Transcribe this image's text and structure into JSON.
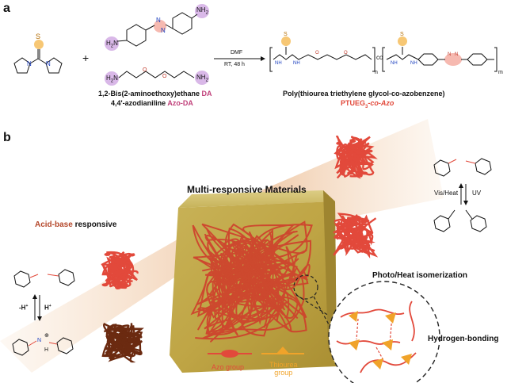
{
  "panel_a": {
    "label": "a",
    "reagent_top_text": "DMF",
    "reagent_bottom_text": "RT, 48 h",
    "monomer_names": [
      "1,2-Bis(2-aminoethoxy)ethane",
      "4,4'-azodianiline"
    ],
    "monomer_abbr": [
      "DA",
      "Azo-DA"
    ],
    "polymer_name": "Poly(thiourea triethylene glycol-co-azobenzene)",
    "polymer_abbr_prefix": "PTUEG",
    "polymer_abbr_sub": "3",
    "polymer_abbr_suffix": "-co-Azo",
    "plus_sign": "+",
    "copolymer_link": "co",
    "subscript_n": "n",
    "subscript_m": "m",
    "atoms": {
      "S": "S",
      "N": "N",
      "H": "H",
      "NH2": "NH",
      "H2N": "H",
      "two": "2",
      "O": "O"
    }
  },
  "panel_b": {
    "label": "b",
    "center_title": "Multi-responsive Materials",
    "acid_base_highlight": "Acid-base",
    "acid_base_rest": " responsive",
    "photo_heat": "Photo/Heat  isomerization",
    "hydrogen_bonding": "Hydrogen-bonding",
    "vis_heat": "Vis/Heat",
    "uv": "UV",
    "minus_h": "-H",
    "plus_h": "H",
    "plus_sup": "+",
    "legend": {
      "azo_group": "Azo group",
      "thiourea_line1": "Thiourea",
      "thiourea_line2": "group"
    },
    "protonated_N": "N",
    "protonated_H": "H",
    "circle_plus": "⊕"
  },
  "colors": {
    "azo_red": "#e2493b",
    "azo_pink": "#f6b9b0",
    "thiourea_orange": "#f0a32a",
    "purple_highlight": "#d9b8e8",
    "brown": "#6b2a10",
    "tan_band": "#f1d0b0",
    "gel_yellow": "#c9b45a",
    "abbr_pink": "#c0407a"
  }
}
